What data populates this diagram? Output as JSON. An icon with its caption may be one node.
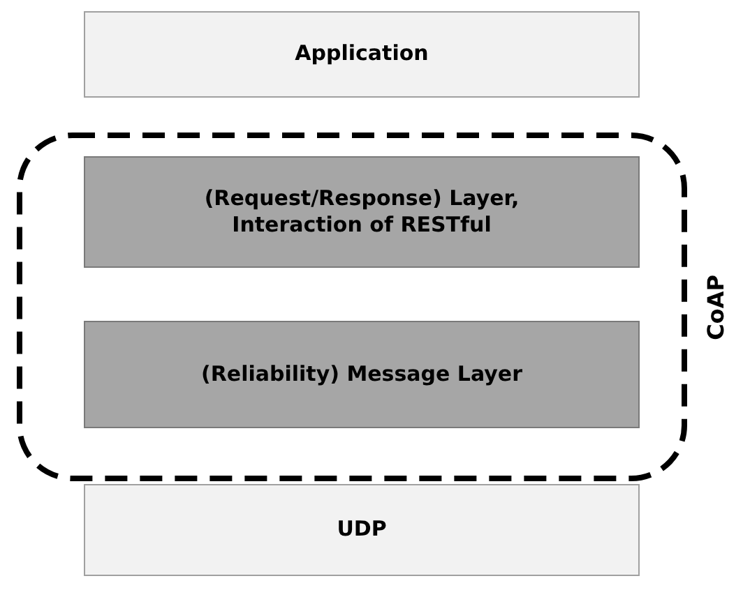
{
  "diagram": {
    "nodes": [
      {
        "text": [
          "Application"
        ]
      },
      {
        "text": [
          "CoAP"
        ]
      },
      {
        "text": [
          "(Request/Response) Layer, Interaction of RESTful"
        ],
        "in": 1
      },
      {
        "text": [
          "(Reliability) Message Layer"
        ],
        "in": 1
      },
      {
        "text": [
          "UDP"
        ]
      }
    ]
  }
}
